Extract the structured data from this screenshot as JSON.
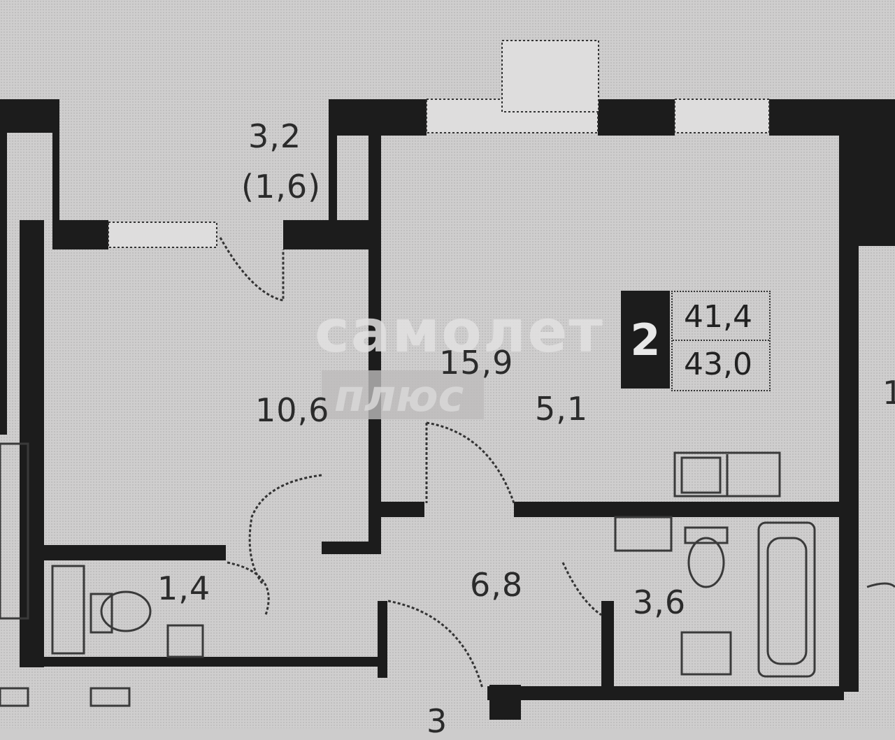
{
  "watermark": {
    "brand": "самолет",
    "sub": "плюс"
  },
  "apartment": {
    "rooms": "2",
    "living_area": "41,4",
    "total_area": "43,0"
  },
  "rooms": {
    "balcony": "3,2",
    "balcony_reduced": "(1,6)",
    "bedroom": "10,6",
    "living": "15,9",
    "kitchen": "5,1",
    "hall": "6,8",
    "wc": "1,4",
    "bathroom": "3,6",
    "edge_label_bottom": "3",
    "edge_label_right": "1"
  },
  "colors": {
    "wall": "#1c1c1c",
    "floor": "#cdcccc",
    "fixture": "#3a3a3a"
  }
}
